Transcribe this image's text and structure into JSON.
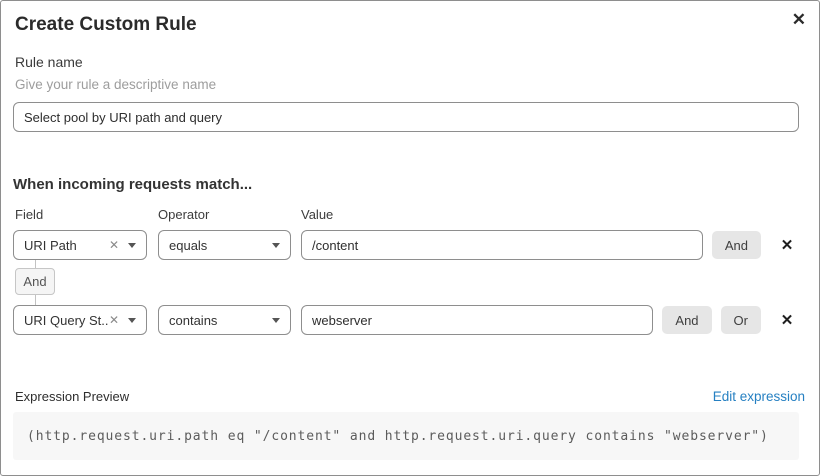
{
  "modal": {
    "title": "Create Custom Rule",
    "close_icon": "✕"
  },
  "rule_name": {
    "label": "Rule name",
    "helper": "Give your rule a descriptive name",
    "value": "Select pool by URI path and query"
  },
  "matcher": {
    "heading": "When incoming requests match...",
    "columns": {
      "field": "Field",
      "operator": "Operator",
      "value": "Value"
    },
    "connector": "And",
    "rows": [
      {
        "field": "URI Path",
        "clear_icon": "✕",
        "operator": "equals",
        "value": "/content",
        "and_button": "And",
        "delete_icon": "✕"
      },
      {
        "field": "URI Query St...",
        "clear_icon": "✕",
        "operator": "contains",
        "value": "webserver",
        "and_button": "And",
        "or_button": "Or",
        "delete_icon": "✕"
      }
    ]
  },
  "expression": {
    "label": "Expression Preview",
    "edit_link": "Edit expression",
    "code": "(http.request.uri.path eq \"/content\" and http.request.uri.query contains \"webserver\")"
  },
  "colors": {
    "link_blue": "#2680c2",
    "button_gray": "#e6e6e6",
    "code_background": "#f7f7f7",
    "border_gray": "#8e8e8e"
  }
}
